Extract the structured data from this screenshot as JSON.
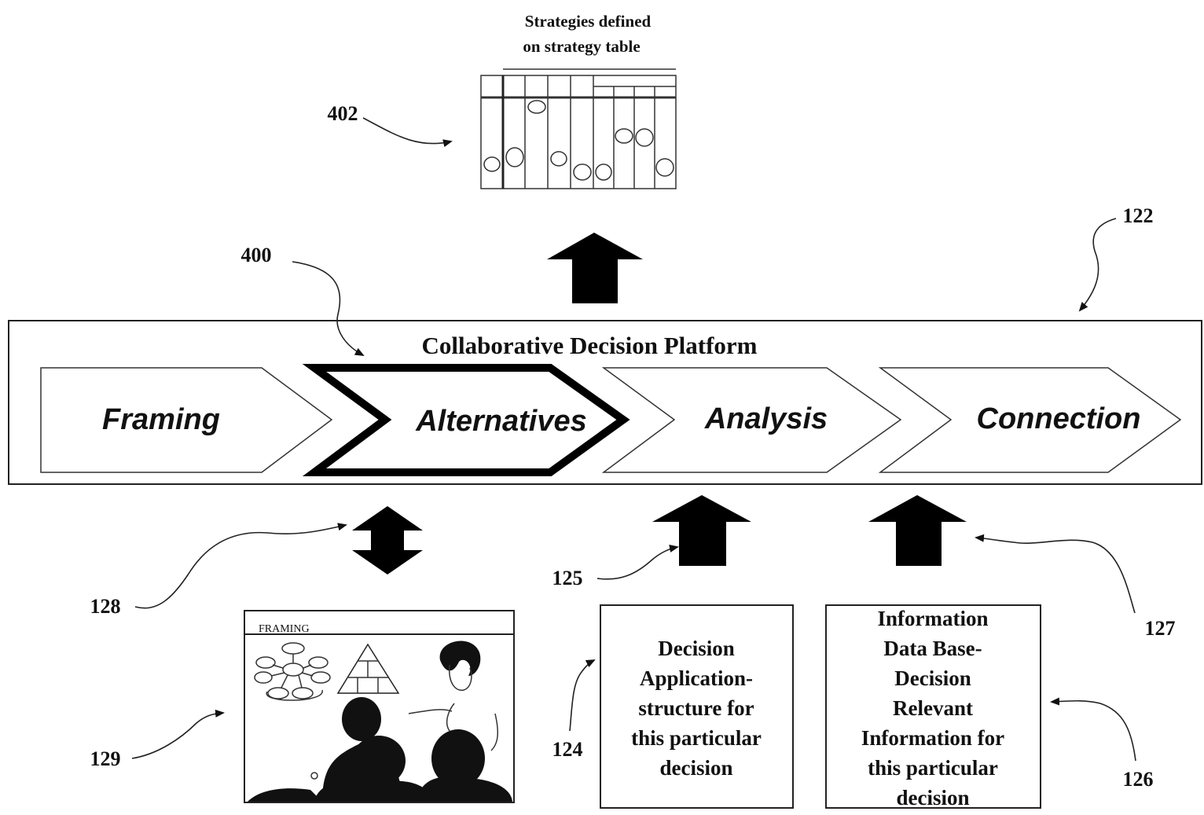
{
  "strategy_table": {
    "caption_line1": "Strategies defined",
    "caption_line2": "on strategy table"
  },
  "platform": {
    "title": "Collaborative Decision Platform",
    "stages": [
      {
        "label": "Framing",
        "highlighted": false
      },
      {
        "label": "Alternatives",
        "highlighted": true
      },
      {
        "label": "Analysis",
        "highlighted": false
      },
      {
        "label": "Connection",
        "highlighted": false
      }
    ]
  },
  "decision_app_box": {
    "lines": [
      "Decision",
      "Application-",
      "structure for",
      "this particular",
      "decision"
    ]
  },
  "info_db_box": {
    "lines": [
      "Information",
      "Data Base-",
      "Decision",
      "Relevant",
      "Information for",
      "this particular",
      "decision"
    ]
  },
  "framing_window": {
    "tab": "FRAMING"
  },
  "references": {
    "r402": "402",
    "r400": "400",
    "r122": "122",
    "r128": "128",
    "r125": "125",
    "r127": "127",
    "r129": "129",
    "r124": "124",
    "r126": "126"
  }
}
